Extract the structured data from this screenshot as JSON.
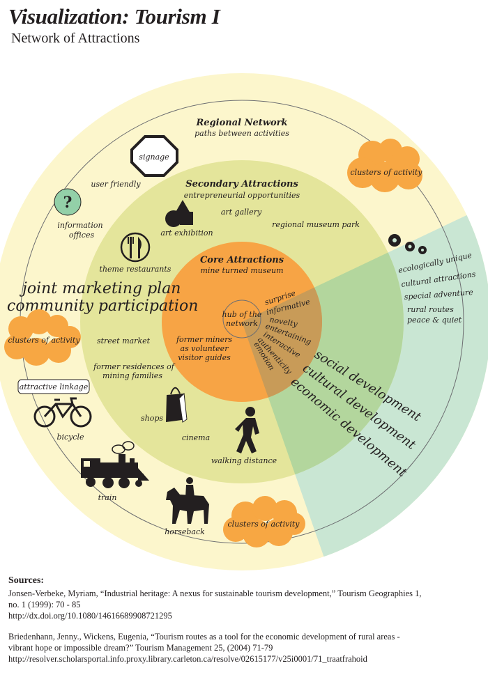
{
  "title": "Visualization: Tourism I",
  "subtitle": "Network of Attractions",
  "regional": {
    "heading": "Regional Network",
    "sub": "paths between activities"
  },
  "secondary": {
    "heading": "Secondary Attractions",
    "sub": "entrepreneurial opportunities"
  },
  "core": {
    "heading": "Core Attractions",
    "sub": "mine turned museum"
  },
  "hub": {
    "line1": "hub of the",
    "line2": "network"
  },
  "labels": {
    "signage": "signage",
    "user_friendly": "user friendly",
    "information_offices_1": "information",
    "information_offices_2": "offices",
    "art_gallery": "art gallery",
    "art_exhibition": "art exhibition",
    "regional_museum_park": "regional museum park",
    "theme_restaurants": "theme restaurants",
    "joint_marketing": "joint marketing plan",
    "community_participation": "community participation",
    "street_market": "street market",
    "former_residences_1": "former residences of",
    "former_residences_2": "mining families",
    "former_miners_1": "former miners",
    "former_miners_2": "as volunteer",
    "former_miners_3": "visitor guides",
    "attractive_linkage": "attractive linkage",
    "bicycle": "bicycle",
    "shops": "shops",
    "cinema": "cinema",
    "walking_distance": "walking distance",
    "train": "train",
    "horseback": "horseback",
    "question_mark": "?"
  },
  "clusters": [
    "clusters of activity",
    "clusters of activity",
    "clusters of activity"
  ],
  "core_words": [
    "surprise",
    "informative",
    "novelty",
    "entertaining",
    "interactive",
    "authenticity",
    "emotion"
  ],
  "green_labels": [
    "ecologically unique",
    "cultural attractions",
    "special adventure",
    "rural routes",
    "peace & quiet"
  ],
  "development": [
    "social development",
    "cultural development",
    "economic development"
  ],
  "colors": {
    "outer": "#fcf6cc",
    "middle": "#e4e59b",
    "core": "#f7a445",
    "sector": "#c9e6d3",
    "cluster": "#f7a743",
    "question": "#93d0a8"
  },
  "sources": {
    "heading": "Sources:",
    "ref1": [
      "Jonsen-Verbeke, Myriam, “Industrial heritage: A nexus for sustainable tourism development,” Tourism Geographies 1,",
      "no. 1 (1999): 70 - 85",
      "http://dx.doi.org/10.1080/14616689908721295"
    ],
    "ref2": [
      "Briedenhann, Jenny., Wickens, Eugenia, “Tourism routes as a tool for the economic development of rural areas -",
      "vibrant hope or impossible dream?” Tourism Management 25, (2004) 71-79",
      "http://resolver.scholarsportal.info.proxy.library.carleton.ca/resolve/02615177/v25i0001/71_traatfrahoid"
    ]
  }
}
